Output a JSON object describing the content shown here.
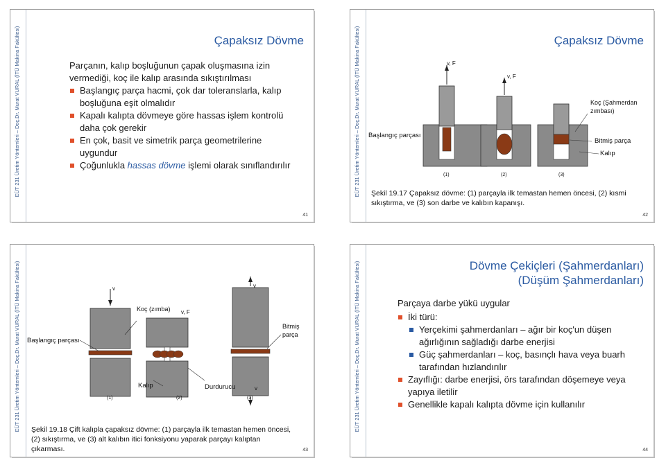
{
  "side_text": "EÜT 231 Üretim Yöntemleri – Doç.Dr. Murat VURAL (İTÜ Makina Fakültesi)",
  "slides": [
    {
      "title": "Çapaksız Dövme",
      "intro": "Parçanın, kalıp boşluğunun çapak oluşmasına izin vermediği, koç ile kalıp arasında sıkıştırılması",
      "bullets": [
        "Başlangıç parça hacmi, çok dar toleranslarla, kalıp boşluğuna eşit olmalıdır",
        "Kapalı kalıpta dövmeye göre hassas işlem kontrolü daha çok gerekir",
        "En çok, basit ve simetrik parça geometrilerine uygundur"
      ],
      "last_bullet": {
        "before": "Çoğunlukla ",
        "highlight": "hassas dövme",
        "after": " işlemi olarak sınıflandırılır"
      },
      "page": "41"
    },
    {
      "title": "Çapaksız Dövme",
      "labels": {
        "start_part": "Başlangıç parçası",
        "ram": "Koç (Şahmerdan zımbası)",
        "finished": "Bitmiş parça",
        "die": "Kalıp",
        "vf1": "v, F",
        "vf2": "v, F",
        "s1": "(1)",
        "s2": "(2)",
        "s3": "(3)"
      },
      "caption": "Şekil 19.17  Çapaksız dövme: (1) parçayla ilk temastan hemen öncesi, (2) kısmi sıkıştırma, ve (3) son darbe ve kalıbın kapanışı.",
      "page": "42"
    },
    {
      "labels": {
        "v1": "v",
        "v2": "v",
        "v3": "v",
        "ram": "Koç (zımba)",
        "vf": "v, F",
        "finished": "Bitmiş parça",
        "start_part": "Başlangıç parçası",
        "die": "Kalıp",
        "stopper": "Durdurucu",
        "s1": "(1)",
        "s2": "(2)",
        "s3": "(3)"
      },
      "caption": "Şekil 19.18  Çift kalıpla çapaksız dövme: (1) parçayla ilk temastan hemen öncesi, (2) sıkıştırma, ve (3) alt kalıbın itici fonksiyonu yaparak parçayı kalıptan çıkarması.",
      "page": "43"
    },
    {
      "title": "Dövme Çekiçleri (Şahmerdanları) (Düşüm Şahmerdanları)",
      "intro": "Parçaya darbe yükü uygular",
      "items": [
        {
          "level": 1,
          "text": "İki türü:"
        },
        {
          "level": 2,
          "text": "Yerçekimi şahmerdanları – ağır bir koç'un düşen ağırlığının sağladığı darbe enerjisi"
        },
        {
          "level": 2,
          "text": "Güç şahmerdanları – koç, basınçlı hava veya buarh tarafından hızlandırılır"
        },
        {
          "level": 1,
          "text": "Zayıflığı: darbe enerjisi, örs tarafından döşemeye veya yapıya iletilir"
        },
        {
          "level": 1,
          "text": "Genellikle kapalı kalıpta dövme için kullanılır"
        }
      ],
      "page": "44"
    }
  ],
  "colors": {
    "title": "#2a5aa2",
    "bullet": "#e0502b",
    "die": "#8a8a8a",
    "part": "#8a3a16"
  }
}
